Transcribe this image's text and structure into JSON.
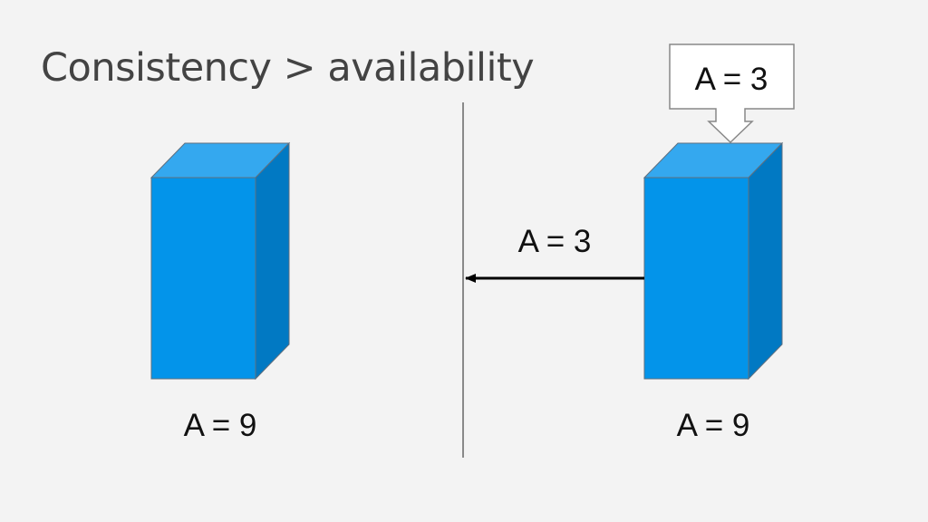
{
  "title": "Consistency > availability",
  "colors": {
    "background": "#f3f3f3",
    "cube_front": "#0394ea",
    "cube_top": "#34a8ef",
    "cube_side": "#0179c3",
    "cube_outline": "#5f6f7f",
    "divider": "#666666",
    "arrow": "#000000",
    "callout_fill": "#ffffff",
    "callout_border": "#888888"
  },
  "nodes": [
    {
      "id": "left-node",
      "value_label": "A = 9"
    },
    {
      "id": "right-node",
      "value_label": "A = 9"
    }
  ],
  "write_callout": {
    "label": "A = 3"
  },
  "replication_message": {
    "label": "A = 3"
  }
}
